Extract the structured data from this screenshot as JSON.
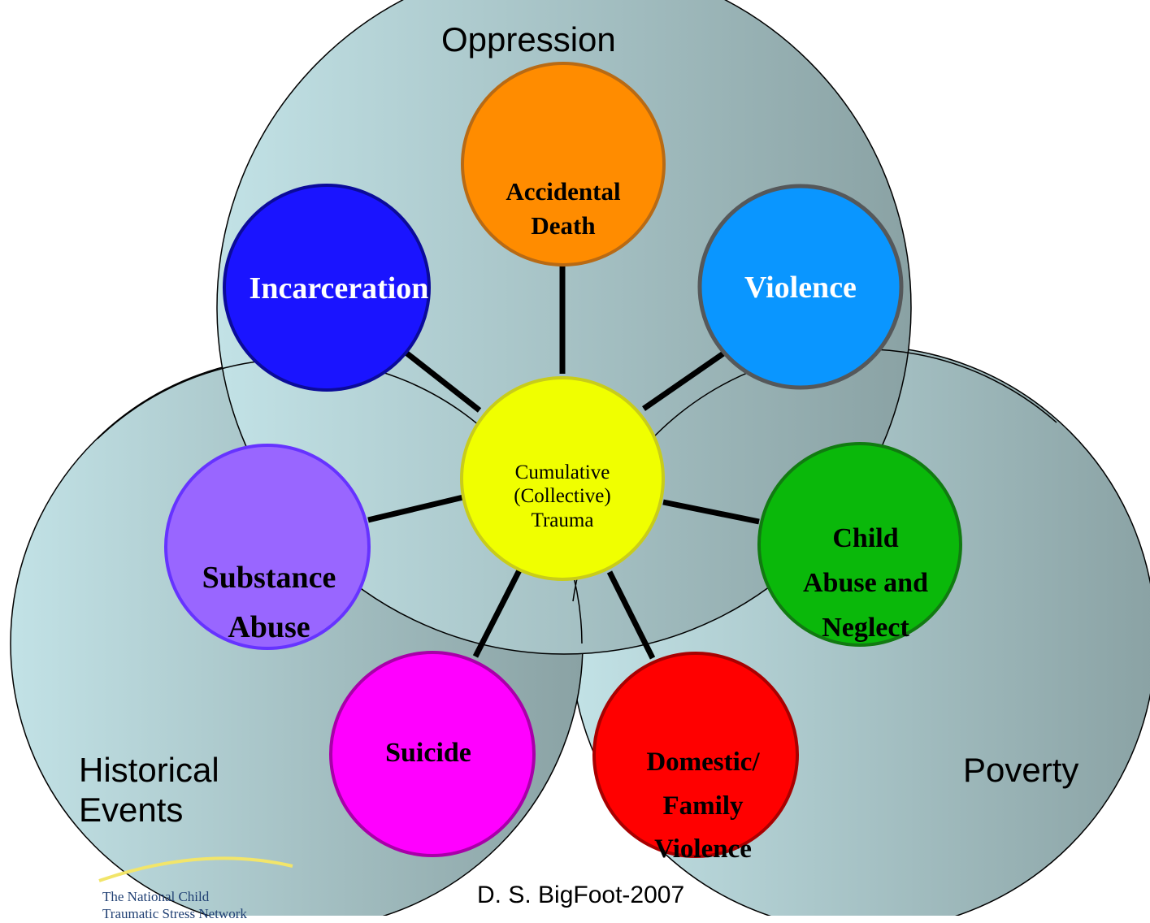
{
  "diagram": {
    "outer_circles": [
      {
        "label": "Oppression"
      },
      {
        "label": "Historical\nEvents"
      },
      {
        "label": "Poverty"
      }
    ],
    "center": {
      "label": "Cumulative\n(Collective)\nTrauma",
      "color": "#f0ff00"
    },
    "nodes": [
      {
        "label": "Accidental\nDeath",
        "color": "#ff8c00",
        "text_color": "#000000"
      },
      {
        "label": "Violence",
        "color": "#0a96ff",
        "text_color": "#ffffff"
      },
      {
        "label": "Incarceration",
        "color": "#1a14ff",
        "text_color": "#ffffff"
      },
      {
        "label": "Substance\nAbuse",
        "color": "#9966ff",
        "text_color": "#000000"
      },
      {
        "label": "Child\nAbuse and\nNeglect",
        "color": "#0ab80a",
        "text_color": "#000000"
      },
      {
        "label": "Suicide",
        "color": "#ff00ff",
        "text_color": "#000000"
      },
      {
        "label": "Domestic/\nFamily\nViolence",
        "color": "#ff0000",
        "text_color": "#000000"
      }
    ]
  },
  "credit": "D. S. BigFoot-2007",
  "logo": {
    "line1": "The National Child",
    "line2": "Traumatic Stress Network"
  }
}
